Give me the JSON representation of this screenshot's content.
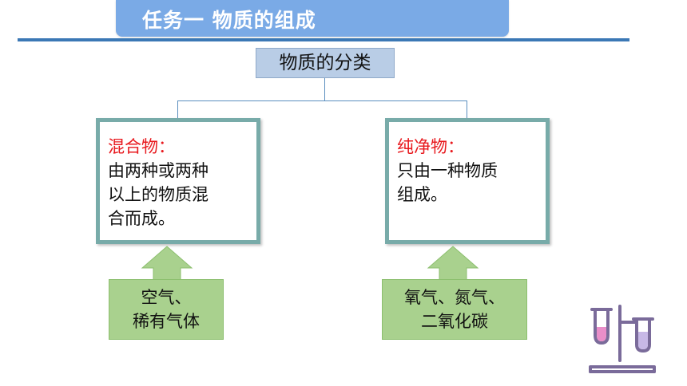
{
  "header": {
    "title": "任务一  物质的组成"
  },
  "root": {
    "label": "物质的分类"
  },
  "categories": [
    {
      "title": "混合物：",
      "description": "由两种或两种\n以上的物质混\n合而成。"
    },
    {
      "title": "纯净物：",
      "description": "只由一种物质\n组成。"
    }
  ],
  "examples": [
    {
      "text": "空气、\n稀有气体"
    },
    {
      "text": "氧气、氮气、\n二氧化碳"
    }
  ],
  "colors": {
    "banner": "#7aaae6",
    "divider": "#3b78b5",
    "root_fill": "#b9cde6",
    "box_border": "#78aba9",
    "highlight_text": "#e8191e",
    "example_fill": "#a9d18e",
    "icon": "#7a6b9a"
  },
  "icons": {
    "decoration": "test-tube-rack-icon"
  }
}
